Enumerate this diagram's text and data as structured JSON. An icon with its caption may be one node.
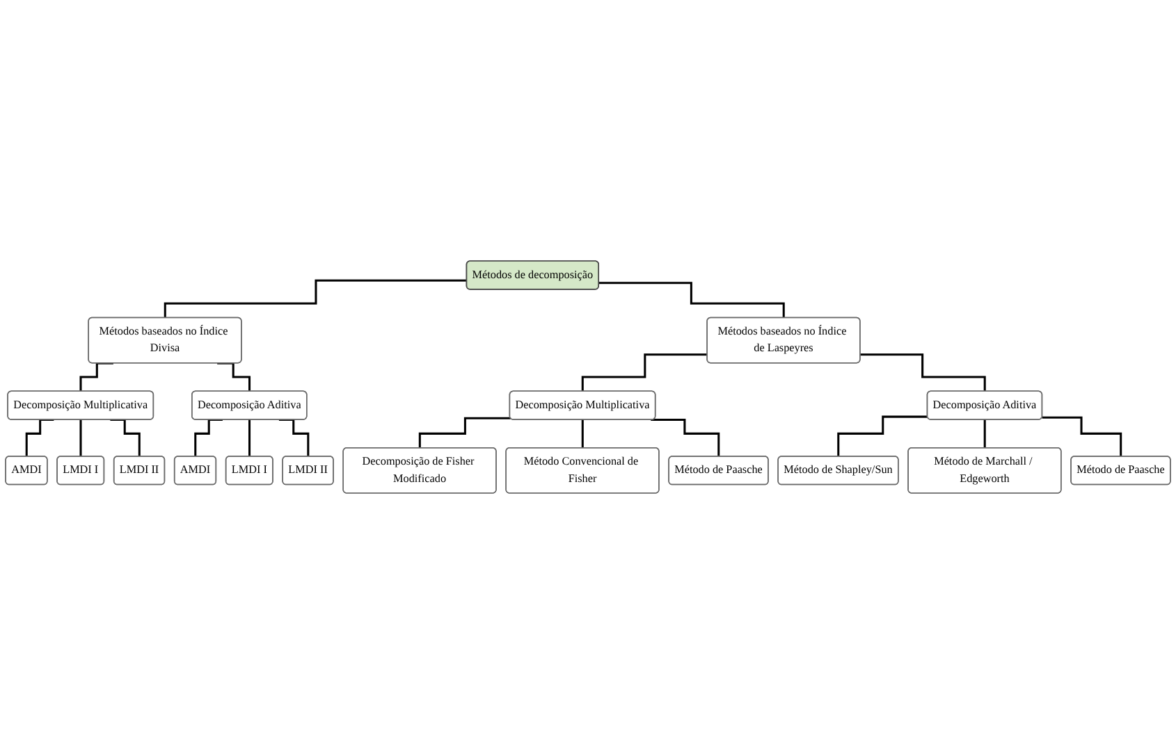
{
  "diagram": {
    "nodes": [
      {
        "text": [
          "Métodos de decomposição"
        ]
      },
      {
        "text": [
          "Métodos baseados no Índice Divisa"
        ]
      },
      {
        "text": [
          "Métodos baseados no Índice de Laspeyres"
        ]
      },
      {
        "text": [
          "Decomposição Multiplicativa"
        ]
      },
      {
        "text": [
          "Decomposição Aditiva"
        ]
      },
      {
        "text": [
          "Decomposição Multiplicativa"
        ]
      },
      {
        "text": [
          "Decomposição Aditiva"
        ]
      },
      {
        "text": [
          "AMDI"
        ]
      },
      {
        "text": [
          "LMDI I"
        ]
      },
      {
        "text": [
          "LMDI II"
        ]
      },
      {
        "text": [
          "AMDI"
        ]
      },
      {
        "text": [
          "LMDI I"
        ]
      },
      {
        "text": [
          "LMDI II"
        ]
      },
      {
        "text": [
          "Decomposição de Fisher Modificado"
        ]
      },
      {
        "text": [
          "Método Convencional de Fisher"
        ]
      },
      {
        "text": [
          "Método de Paasche"
        ]
      },
      {
        "text": [
          "Método de Shapley/Sun"
        ]
      },
      {
        "text": [
          "Método de Marchall / Edgeworth"
        ]
      },
      {
        "text": [
          "Método de Paasche"
        ]
      }
    ],
    "edges": [
      {
        "from": 0,
        "to": 1,
        "arrow": "none"
      },
      {
        "from": 0,
        "to": 2,
        "arrow": "none"
      },
      {
        "from": 1,
        "to": 3,
        "arrow": "none"
      },
      {
        "from": 1,
        "to": 4,
        "arrow": "none"
      },
      {
        "from": 2,
        "to": 5,
        "arrow": "none"
      },
      {
        "from": 2,
        "to": 6,
        "arrow": "none"
      },
      {
        "from": 3,
        "to": 7,
        "arrow": "none"
      },
      {
        "from": 3,
        "to": 8,
        "arrow": "none"
      },
      {
        "from": 3,
        "to": 9,
        "arrow": "none"
      },
      {
        "from": 4,
        "to": 10,
        "arrow": "none"
      },
      {
        "from": 4,
        "to": 11,
        "arrow": "none"
      },
      {
        "from": 4,
        "to": 12,
        "arrow": "none"
      },
      {
        "from": 5,
        "to": 13,
        "arrow": "none"
      },
      {
        "from": 5,
        "to": 14,
        "arrow": "none"
      },
      {
        "from": 5,
        "to": 15,
        "arrow": "none"
      },
      {
        "from": 6,
        "to": 16,
        "arrow": "none"
      },
      {
        "from": 6,
        "to": 17,
        "arrow": "none"
      },
      {
        "from": 6,
        "to": 18,
        "arrow": "none"
      }
    ]
  }
}
